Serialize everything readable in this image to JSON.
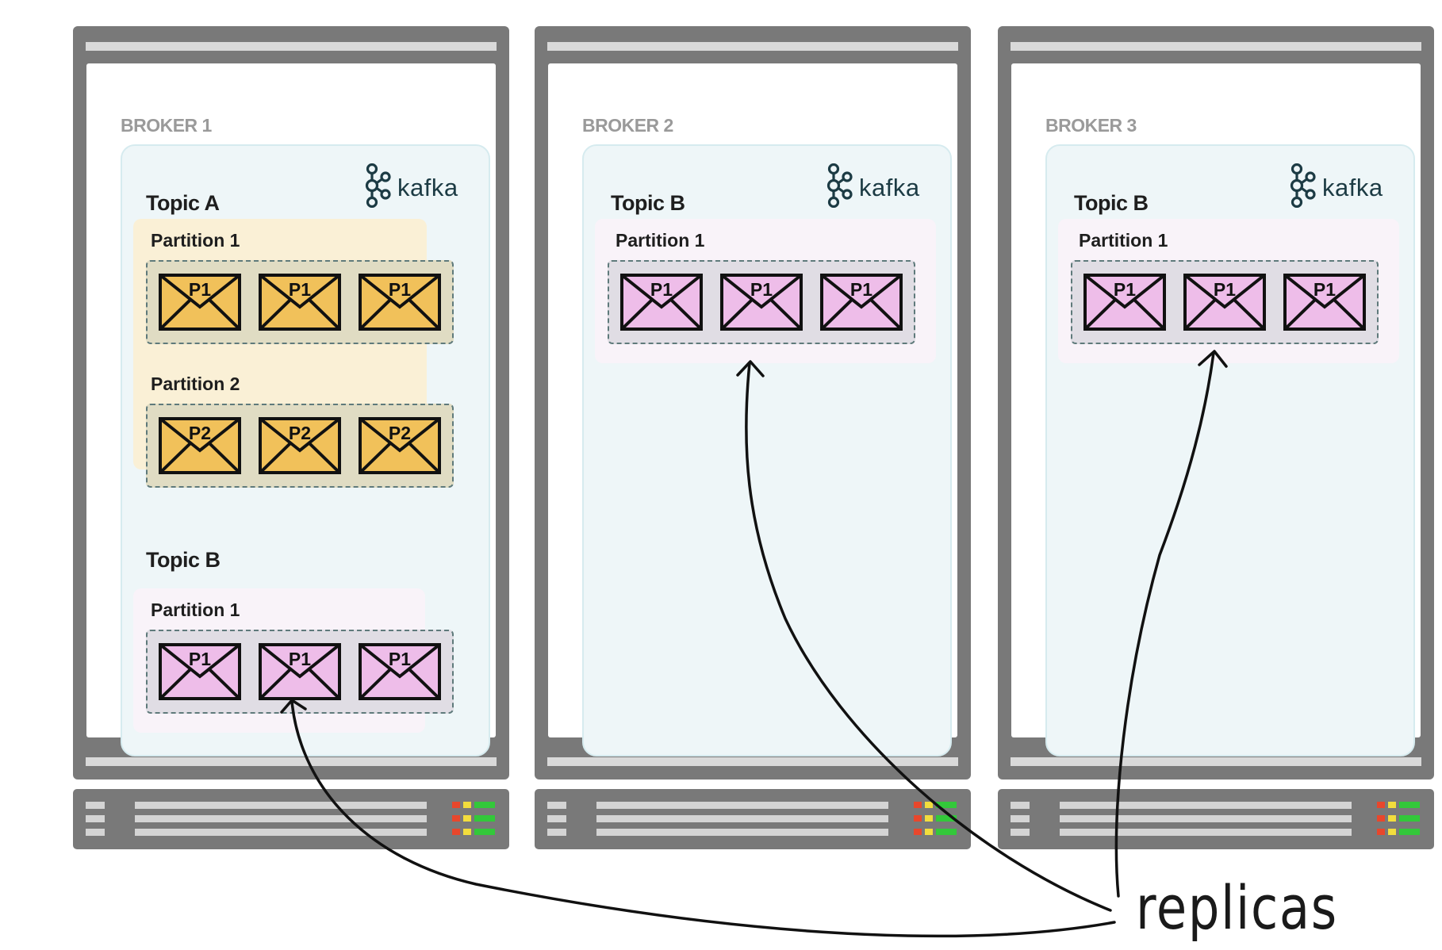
{
  "colors": {
    "rack": "#797979",
    "topic_a_bg": "#faf0d6",
    "topic_a_envelope": "#f1c15a",
    "topic_b_bg": "#f9f3f9",
    "topic_b_envelope": "#eebde9",
    "kafka_brand": "#1c3b44",
    "led_red": "#e8472c",
    "led_yellow": "#f2dd3d",
    "led_green": "#33c83a"
  },
  "brand": {
    "kafka_label": "kafka",
    "icon": "kafka-logo-icon"
  },
  "brokers": [
    {
      "label": "BROKER 1",
      "topics": [
        {
          "name": "Topic A",
          "partitions": [
            {
              "label": "Partition 1",
              "messages": [
                "P1",
                "P1",
                "P1"
              ]
            },
            {
              "label": "Partition 2",
              "messages": [
                "P2",
                "P2",
                "P2"
              ]
            }
          ]
        },
        {
          "name": "Topic B",
          "partitions": [
            {
              "label": "Partition 1",
              "messages": [
                "P1",
                "P1",
                "P1"
              ]
            }
          ]
        }
      ]
    },
    {
      "label": "BROKER 2",
      "topics": [
        {
          "name": "Topic B",
          "partitions": [
            {
              "label": "Partition 1",
              "messages": [
                "P1",
                "P1",
                "P1"
              ]
            }
          ]
        }
      ]
    },
    {
      "label": "BROKER 3",
      "topics": [
        {
          "name": "Topic B",
          "partitions": [
            {
              "label": "Partition 1",
              "messages": [
                "P1",
                "P1",
                "P1"
              ]
            }
          ]
        }
      ]
    }
  ],
  "annotation": {
    "label": "replicas"
  }
}
